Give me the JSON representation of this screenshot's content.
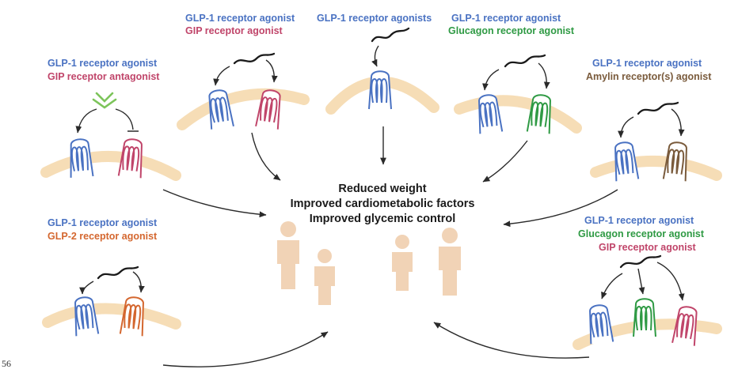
{
  "colors": {
    "glp1": "#4a72c2",
    "gip": "#c0456a",
    "glucagon": "#2f9a44",
    "amylin": "#7a5b3c",
    "glp2": "#d4672f",
    "membrane": "#f6ddb6",
    "people": "#f1d3b6",
    "ink": "#1a1a1a",
    "arrow": "#2a2a2a",
    "antagonist": "#7cc45a"
  },
  "icons": [
    "receptor-icon",
    "peptide-ligand-icon",
    "antagonist-ligand-icon",
    "person-icon",
    "arrow-icon",
    "inhibition-arrow-icon"
  ],
  "combos": {
    "glp1_gip_antagonist": [
      "GLP-1 receptor agonist",
      "GIP receptor antagonist"
    ],
    "glp1_gip": [
      "GLP-1 receptor agonist",
      "GIP receptor agonist"
    ],
    "glp1_only": [
      "GLP-1 receptor agonists"
    ],
    "glp1_glucagon": [
      "GLP-1 receptor agonist",
      "Glucagon receptor agonist"
    ],
    "glp1_amylin": [
      "GLP-1 receptor agonist",
      "Amylin receptor(s) agonist"
    ],
    "glp1_glp2": [
      "GLP-1 receptor agonist",
      "GLP-2 receptor agonist"
    ],
    "glp1_glucagon_gip": [
      "GLP-1 receptor agonist",
      "Glucagon receptor agonist",
      "GIP receptor agonist"
    ]
  },
  "outcomes": [
    "Reduced weight",
    "Improved cardiometabolic factors",
    "Improved glycemic control"
  ],
  "page_number": "56"
}
